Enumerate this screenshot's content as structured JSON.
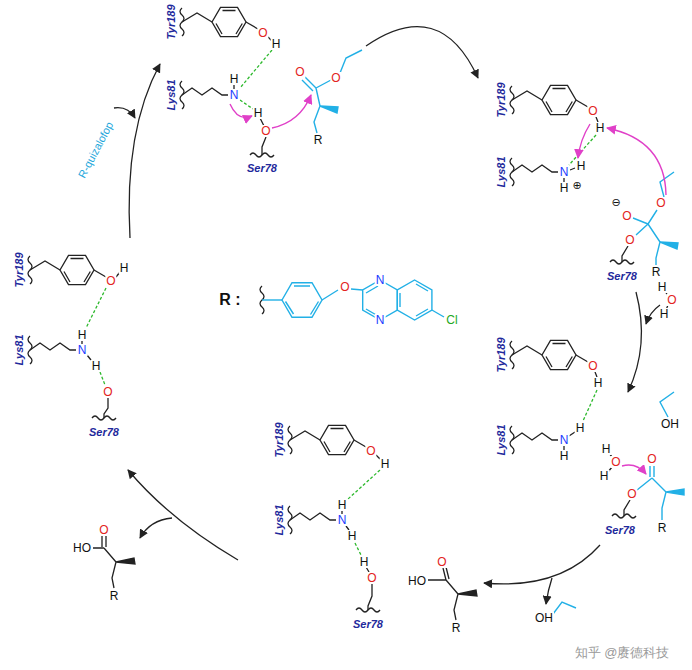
{
  "diagram": {
    "labels": [
      "Tyr189",
      "O",
      "H",
      "Lys81",
      "H",
      "N",
      "H",
      "O",
      "Ser78",
      "O",
      "O",
      "R",
      "Tyr189",
      "O",
      "H",
      "Lys81",
      "N",
      "H",
      "H",
      "⊕",
      "⊖",
      "O",
      "O",
      "O",
      "Ser78",
      "R",
      "H",
      "O",
      "H",
      "Tyr189",
      "O",
      "H",
      "Lys81",
      "H",
      "N",
      "H",
      "OH",
      "H",
      "O",
      "H",
      "O",
      "O",
      "Ser78",
      "R",
      "O",
      "HO",
      "R",
      "OH",
      "Tyr189",
      "O",
      "H",
      "Lys81",
      "H",
      "N",
      "H",
      "H",
      "O",
      "Ser78",
      "O",
      "HO",
      "R",
      "Tyr189",
      "O",
      "H",
      "Lys81",
      "H",
      "N",
      "H",
      "O",
      "Ser78",
      "R-quizalofop",
      "R :",
      "O",
      "N",
      "N",
      "Cl",
      "知乎 @赓德科技"
    ]
  }
}
